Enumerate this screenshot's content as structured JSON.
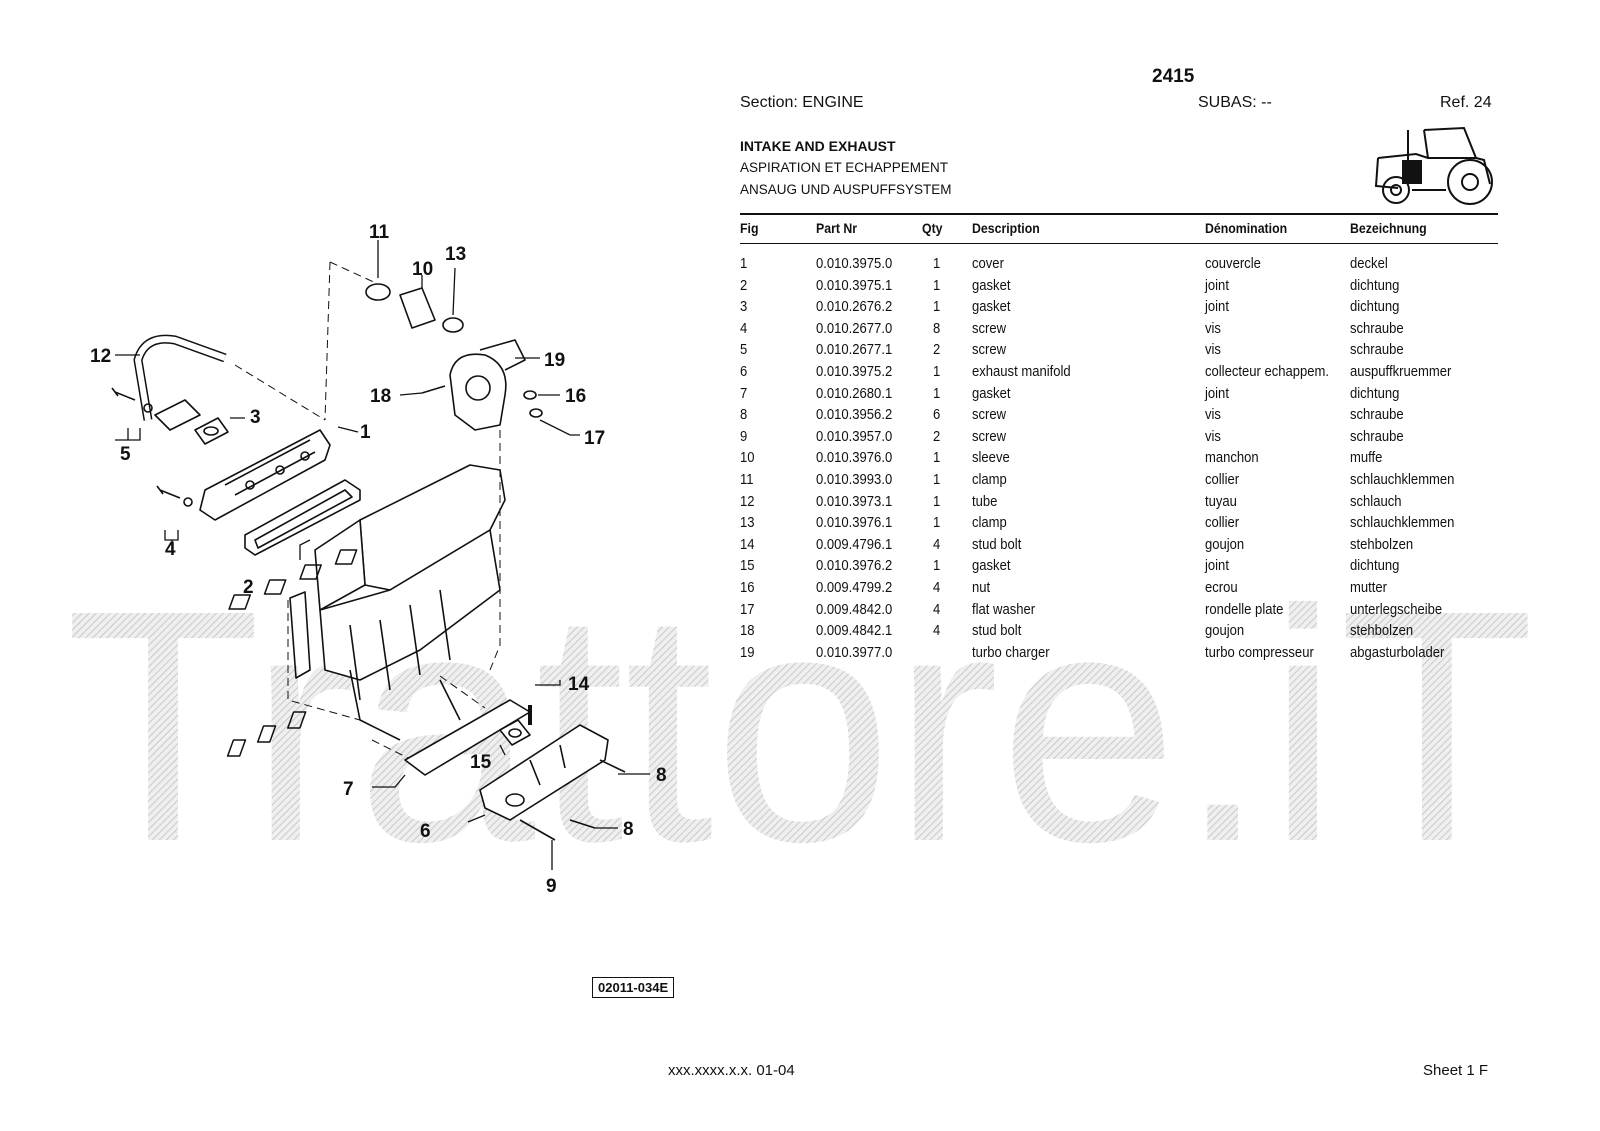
{
  "header": {
    "model": "2415",
    "section": "Section: ENGINE",
    "subas": "SUBAS: --",
    "ref": "Ref. 24"
  },
  "titles": {
    "en": "INTAKE AND EXHAUST",
    "fr": "ASPIRATION ET ECHAPPEMENT",
    "de": "ANSAUG UND AUSPUFFSYSTEM"
  },
  "table": {
    "columns": [
      "Fig",
      "Part Nr",
      "Qty",
      "Description",
      "Dénomination",
      "Bezeichnung"
    ],
    "rows": [
      {
        "fig": "1",
        "part": "0.010.3975.0",
        "qty": "1",
        "desc": "cover",
        "fr": "couvercle",
        "de": "deckel"
      },
      {
        "fig": "2",
        "part": "0.010.3975.1",
        "qty": "1",
        "desc": "gasket",
        "fr": "joint",
        "de": "dichtung"
      },
      {
        "fig": "3",
        "part": "0.010.2676.2",
        "qty": "1",
        "desc": "gasket",
        "fr": "joint",
        "de": "dichtung"
      },
      {
        "fig": "4",
        "part": "0.010.2677.0",
        "qty": "8",
        "desc": "screw",
        "fr": "vis",
        "de": "schraube"
      },
      {
        "fig": "5",
        "part": "0.010.2677.1",
        "qty": "2",
        "desc": "screw",
        "fr": "vis",
        "de": "schraube"
      },
      {
        "fig": "6",
        "part": "0.010.3975.2",
        "qty": "1",
        "desc": "exhaust manifold",
        "fr": "collecteur echappem.",
        "de": "auspuffkruemmer"
      },
      {
        "fig": "7",
        "part": "0.010.2680.1",
        "qty": "1",
        "desc": "gasket",
        "fr": "joint",
        "de": "dichtung"
      },
      {
        "fig": "8",
        "part": "0.010.3956.2",
        "qty": "6",
        "desc": "screw",
        "fr": "vis",
        "de": "schraube"
      },
      {
        "fig": "9",
        "part": "0.010.3957.0",
        "qty": "2",
        "desc": "screw",
        "fr": "vis",
        "de": "schraube"
      },
      {
        "fig": "10",
        "part": "0.010.3976.0",
        "qty": "1",
        "desc": "sleeve",
        "fr": "manchon",
        "de": "muffe"
      },
      {
        "fig": "11",
        "part": "0.010.3993.0",
        "qty": "1",
        "desc": "clamp",
        "fr": "collier",
        "de": "schlauchklemmen"
      },
      {
        "fig": "12",
        "part": "0.010.3973.1",
        "qty": "1",
        "desc": "tube",
        "fr": "tuyau",
        "de": "schlauch"
      },
      {
        "fig": "13",
        "part": "0.010.3976.1",
        "qty": "1",
        "desc": "clamp",
        "fr": "collier",
        "de": "schlauchklemmen"
      },
      {
        "fig": "14",
        "part": "0.009.4796.1",
        "qty": "4",
        "desc": "stud bolt",
        "fr": "goujon",
        "de": "stehbolzen"
      },
      {
        "fig": "15",
        "part": "0.010.3976.2",
        "qty": "1",
        "desc": "gasket",
        "fr": "joint",
        "de": "dichtung"
      },
      {
        "fig": "16",
        "part": "0.009.4799.2",
        "qty": "4",
        "desc": "nut",
        "fr": "ecrou",
        "de": "mutter"
      },
      {
        "fig": "17",
        "part": "0.009.4842.0",
        "qty": "4",
        "desc": "flat washer",
        "fr": "rondelle plate",
        "de": "unterlegscheibe"
      },
      {
        "fig": "18",
        "part": "0.009.4842.1",
        "qty": "4",
        "desc": "stud bolt",
        "fr": "goujon",
        "de": "stehbolzen"
      },
      {
        "fig": "19",
        "part": "0.010.3977.0",
        "qty": "",
        "desc": "turbo charger",
        "fr": "turbo compresseur",
        "de": "abgasturbolader"
      }
    ]
  },
  "diagram": {
    "callouts": [
      "1",
      "2",
      "3",
      "4",
      "5",
      "6",
      "7",
      "8",
      "8",
      "9",
      "10",
      "11",
      "12",
      "13",
      "14",
      "15",
      "16",
      "17",
      "18",
      "19"
    ],
    "drawing_code": "02011-034E"
  },
  "watermark": "Trattore.iT",
  "footer": {
    "code": "xxx.xxxx.x.x. 01-04",
    "sheet": "Sheet 1 F"
  },
  "colors": {
    "ink": "#111111",
    "watermark": "#d9d9d9",
    "paper": "#ffffff"
  },
  "icons": [
    "tractor-locator-icon"
  ]
}
